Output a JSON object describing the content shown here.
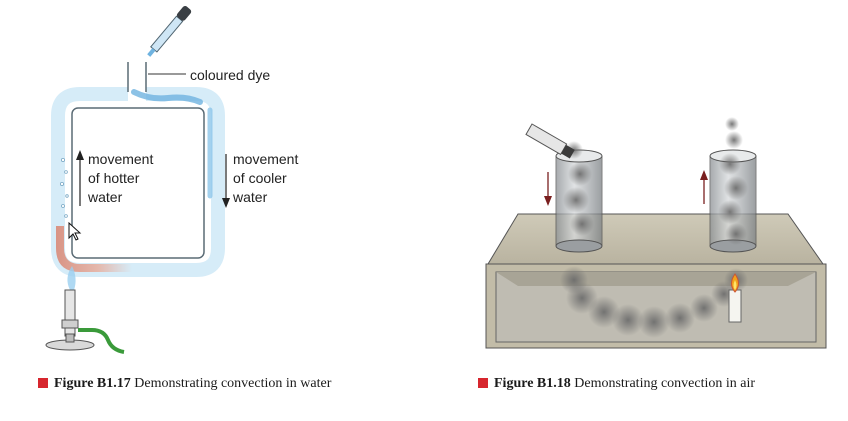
{
  "figure_left": {
    "label_dye": "coloured dye",
    "label_hot": [
      "movement",
      "of hotter",
      "water"
    ],
    "label_cold": [
      "movement",
      "of cooler",
      "water"
    ],
    "caption_number": "Figure B1.17",
    "caption_text": "Demonstrating convection in water"
  },
  "figure_right": {
    "caption_number": "Figure B1.18",
    "caption_text": "Demonstrating convection in air"
  },
  "colors": {
    "marker": "#d7262e",
    "water": "#d6ecf8",
    "hot": "#d98a78",
    "dye": "#6fb3e0"
  }
}
